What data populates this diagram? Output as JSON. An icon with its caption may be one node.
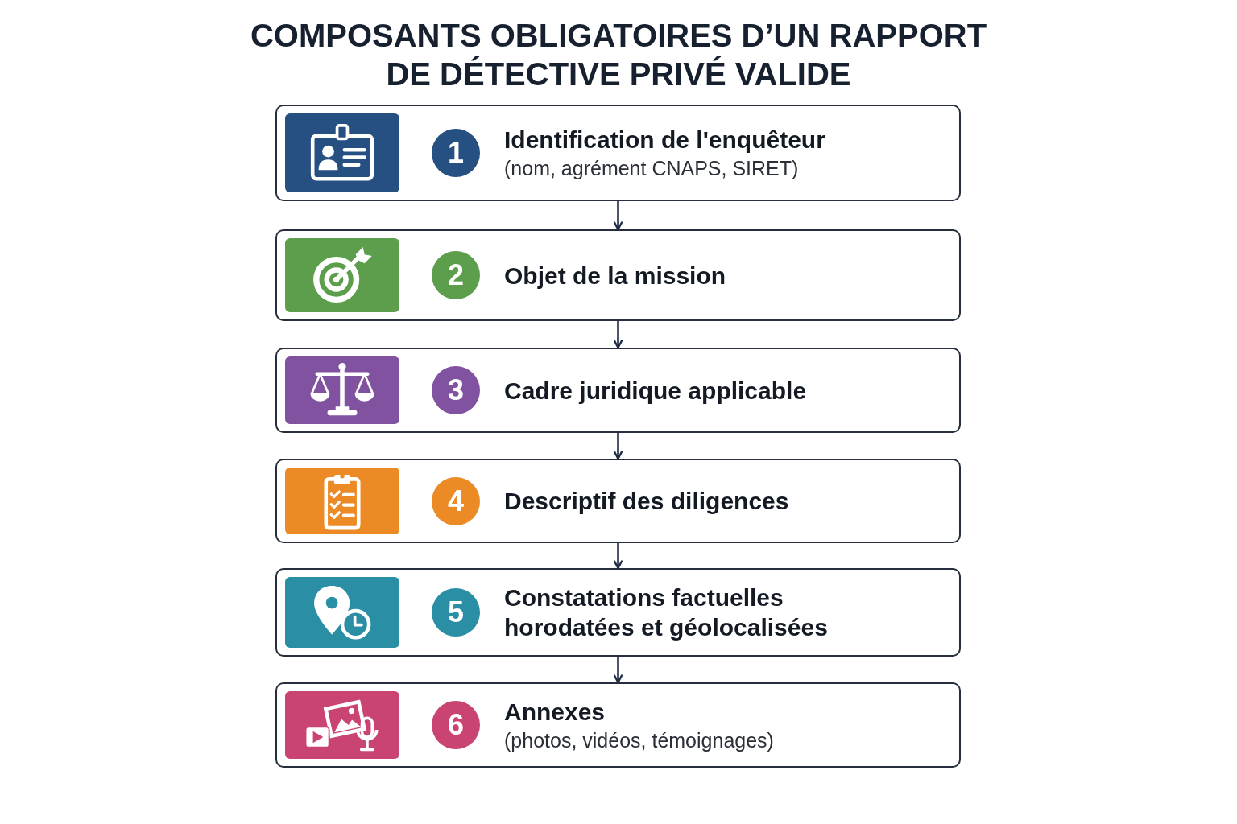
{
  "diagram": {
    "title": "COMPOSANTS OBLIGATOIRES D’UN RAPPORT DE DÉTECTIVE PRIVÉ VALIDE",
    "nodes": [
      {
        "text": [
          "1",
          "Identification de l'enquêteur",
          "(nom, agrément CNAPS, SIRET)"
        ]
      },
      {
        "text": [
          "2",
          "Objet de la mission"
        ]
      },
      {
        "text": [
          "3",
          "Cadre juridique applicable"
        ]
      },
      {
        "text": [
          "4",
          "Descriptif des diligences"
        ]
      },
      {
        "text": [
          "5",
          "Constatations factuelles horodatées et géolocalisées"
        ]
      },
      {
        "text": [
          "6",
          "Annexes",
          "(photos, vidéos, témoignages)"
        ]
      }
    ],
    "edges": [
      {
        "from": 0,
        "to": 1,
        "arrow": "to"
      },
      {
        "from": 1,
        "to": 2,
        "arrow": "to"
      },
      {
        "from": 2,
        "to": 3,
        "arrow": "to"
      },
      {
        "from": 3,
        "to": 4,
        "arrow": "to"
      },
      {
        "from": 4,
        "to": 5,
        "arrow": "to"
      }
    ]
  }
}
